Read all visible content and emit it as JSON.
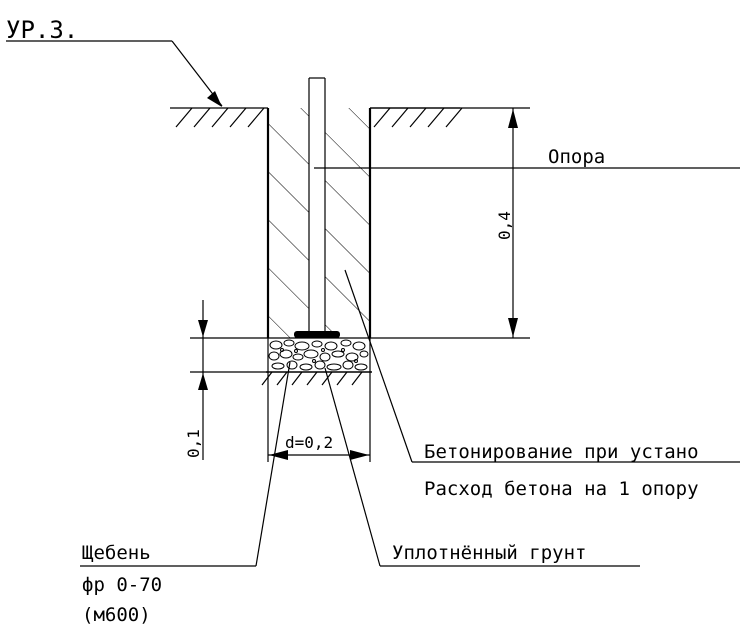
{
  "level_mark": "УР.З.",
  "labels": {
    "support": "Опора",
    "concreting": "Бетонирование при устано",
    "concrete_use": "Расход бетона на 1 опору",
    "gravel_1": "Щебень",
    "gravel_2": "фр 0-70",
    "gravel_3": "(м600)",
    "compacted_soil": "Уплотнённый грунт"
  },
  "dimensions": {
    "depth": "0,4",
    "gravel_layer": "0,1",
    "diameter": "d=0,2"
  }
}
